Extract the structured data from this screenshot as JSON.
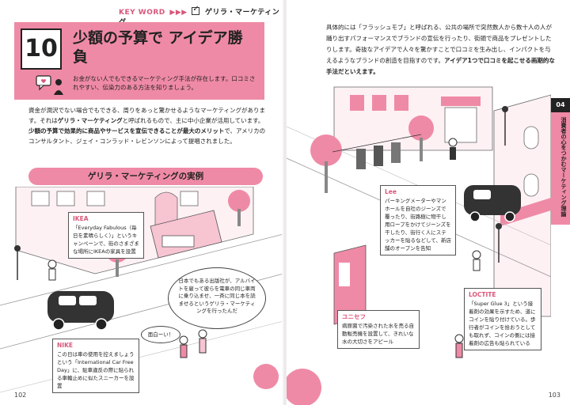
{
  "keyword": {
    "tag": "KEY WORD",
    "arrows": "▶▶▶",
    "term": "ゲリラ・マーケティング"
  },
  "header": {
    "number": "10",
    "title": "少額の予算で アイデア勝負",
    "subtitle": "お金がない人でもできるマーケティング手法が存在します。口コミされやすい、伝染力のある方法を知りましょう。"
  },
  "intro": {
    "p1": "資金が潤沢でない場合でもできる、周りをあっと驚かせるようなマーケティングがあります。それは",
    "b1": "ゲリラ・マーケティング",
    "p2": "と呼ばれるもので、主に中小企業が活用しています。",
    "b2": "少額の予算で効果的に商品やサービスを宣伝できることが最大のメリット",
    "p3": "で、アメリカのコンサルタント、ジェイ・コンラッド・レビンソンによって提唱されました。"
  },
  "example_title": "ゲリラ・マーケティングの実例",
  "callouts": {
    "ikea": {
      "title": "IKEA",
      "body": "「Everyday Fabulous（毎日を素晴らしく）」というキャンペーンで、街のさまざまな場所にIKEAの家具を設置"
    },
    "nike": {
      "title": "NIKE",
      "body": "この日は車の使用を控えましょうという「International Car Free Day」に、駐車違反の際に貼られる車輪止めに似たスニーカーを設置"
    },
    "lee": {
      "title": "Lee",
      "body": "パーキングメーターやマンホールを自社のジーンズで覆ったり、街路樹に物干し用ロープをかけてジーンズを干したり、街行く人にステッカーを貼るなどして、新店舗のオープンを告知"
    },
    "unicef": {
      "title": "ユニセフ",
      "body": "病原菌で汚染された水を売る自動販売機を設置して、きれいな水の大切さをアピール"
    },
    "loctite": {
      "title": "LOCTITE",
      "body": "「Super Glue 3」という接着剤の効果を示すため、道にコインを貼り付けている。歩行者がコインを拾おうとしても取れず、コインの側には接着剤の広告も貼られている"
    }
  },
  "bubbles": {
    "pub": "日本でもある出版社が、アルバイトを雇って彼らを電車の同じ車両に乗り込ませ、一斉に同じ本を読ませるというゲリラ・マーケティングを行ったんだ",
    "omoshiroi": "面白ーい！"
  },
  "right_text": {
    "p1": "具体的には「フラッシュモブ」と呼ばれる、公共の場所で突然数人から数十人の人が踊り出すパフォーマンスでブランドの宣伝を行ったり、街頭で商品をプレゼントしたりします。奇抜なアイデアで人々を驚かすことで口コミを生み出し、インパクトを与えるようなブランドの創造を目指すのです。",
    "b1": "アイデア1つで口コミを起こせる画期的な手法だといえます。"
  },
  "side_tab": {
    "number": "04",
    "label": "消費者の心をつかむマーケティング理論"
  },
  "pages": {
    "left": "102",
    "right": "103"
  },
  "colors": {
    "accent": "#ef8aa6",
    "accent_text": "#d9577b",
    "ink": "#222222"
  }
}
